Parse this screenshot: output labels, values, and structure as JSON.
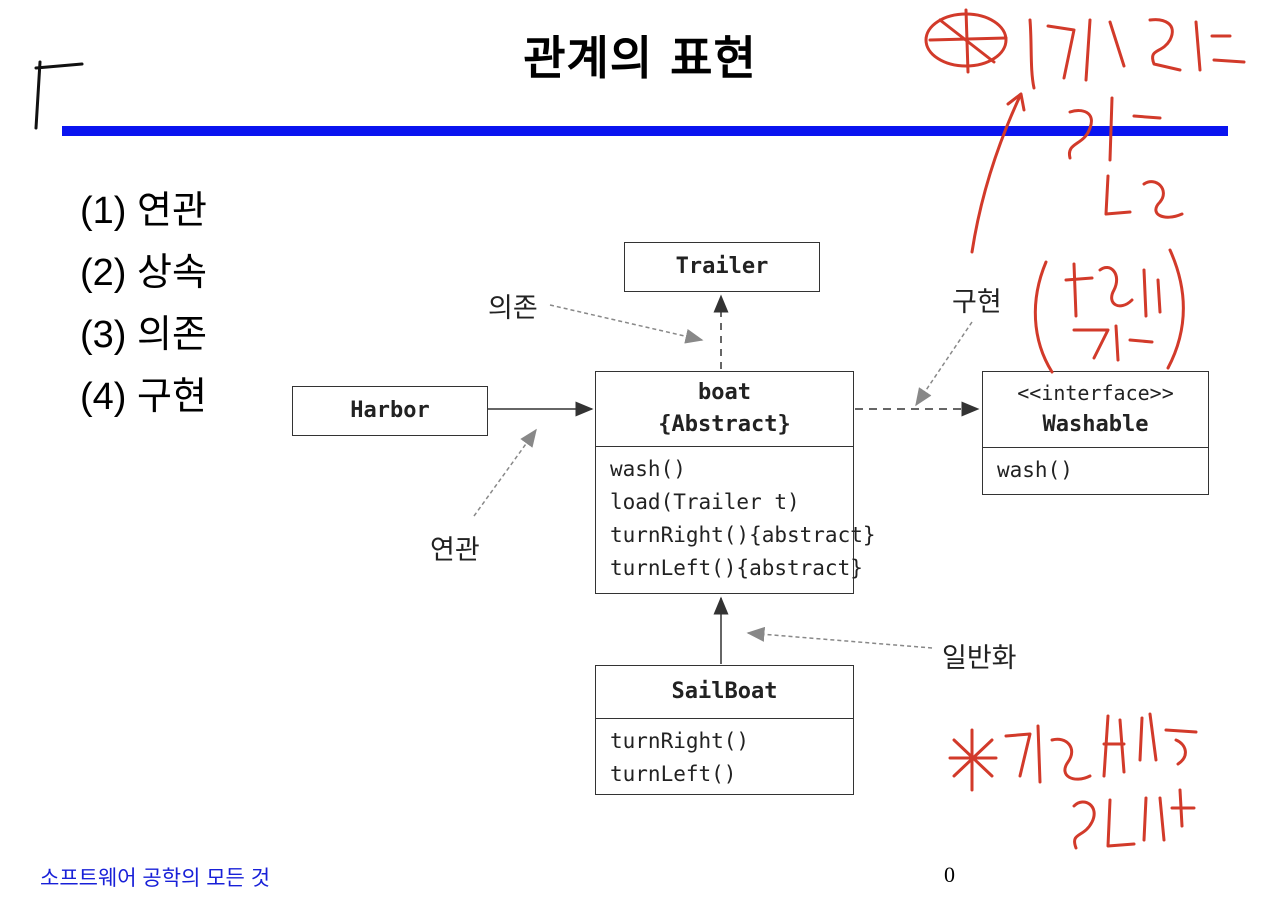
{
  "slide": {
    "title": "관계의 표현",
    "items": [
      "(1) 연관",
      "(2) 상속",
      "(3) 의존",
      "(4) 구현"
    ],
    "footer": "소프트웨어 공학의 모든 것",
    "page_number": "0"
  },
  "diagram": {
    "classes": {
      "trailer": {
        "name": "Trailer"
      },
      "harbor": {
        "name": "Harbor"
      },
      "boat": {
        "name": "boat",
        "stereotype": "{Abstract}",
        "methods": [
          "wash()",
          "load(Trailer t)",
          "turnRight(){abstract}",
          "turnLeft(){abstract}"
        ]
      },
      "washable": {
        "stereotype": "<<interface>>",
        "name": "Washable",
        "methods": [
          "wash()"
        ]
      },
      "sailboat": {
        "name": "SailBoat",
        "methods": [
          "turnRight()",
          "turnLeft()"
        ]
      }
    },
    "labels": {
      "dependency": "의존",
      "realization": "구현",
      "association": "연관",
      "generalization": "일반화"
    }
  },
  "annotations": {
    "colors": {
      "ink": "#d23a2a",
      "rule": "#0a14f0"
    }
  }
}
